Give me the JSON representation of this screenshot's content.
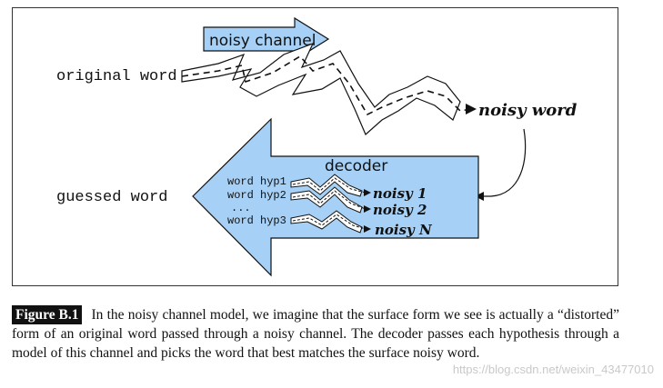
{
  "diagram": {
    "top_arrow_label": "noisy channel",
    "original_word_label": "original word",
    "noisy_word_label": "noisy word",
    "guessed_word_label": "guessed word",
    "decoder_label": "decoder",
    "hypotheses": [
      "word hyp1",
      "word hyp2",
      "...",
      "word hyp3"
    ],
    "noisy_outputs": [
      "noisy 1",
      "noisy 2",
      "noisy N"
    ],
    "colors": {
      "arrow_fill": "#a6d0f5",
      "stroke": "#111111"
    }
  },
  "caption": {
    "figure_label": "Figure B.1",
    "text": "In the noisy channel model, we imagine that the surface form we see is actually a “distorted” form of an original word passed through a noisy channel. The decoder passes each hypothesis through a model of this channel and picks the word that best matches the surface noisy word."
  },
  "watermark": "https://blog.csdn.net/weixin_43477010"
}
